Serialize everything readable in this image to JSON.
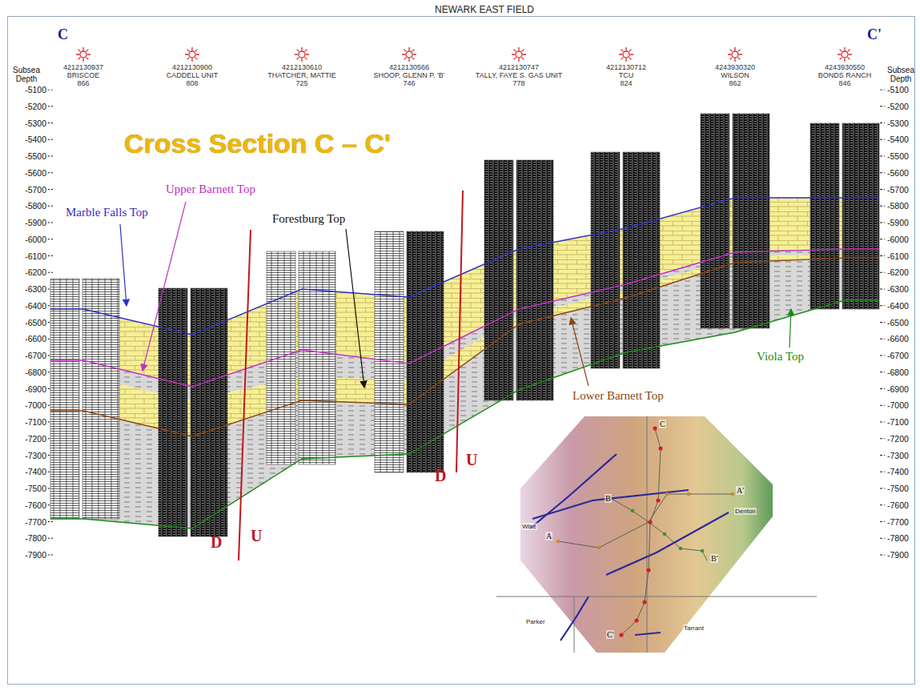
{
  "diagram": {
    "title": "NEWARK EAST FIELD",
    "labels": [
      "C",
      "C'",
      "Subsea Depth",
      "Subsea Depth",
      "-5100",
      "-5200",
      "-5300",
      "-5400",
      "-5500",
      "-5600",
      "-5700",
      "-5800",
      "-5900",
      "-6000",
      "-6100",
      "-6200",
      "-6300",
      "-6400",
      "-6500",
      "-6600",
      "-6700",
      "-6800",
      "-6900",
      "-7000",
      "-7100",
      "-7200",
      "-7300",
      "-7400",
      "-7500",
      "-7600",
      "-7700",
      "-7800",
      "-7900",
      "-5100",
      "-5200",
      "-5300",
      "-5400",
      "-5500",
      "-5600",
      "-5700",
      "-5800",
      "-5900",
      "-6000",
      "-6100",
      "-6200",
      "-6300",
      "-6400",
      "-6500",
      "-6600",
      "-6700",
      "-6800",
      "-6900",
      "-7000",
      "-7100",
      "-7200",
      "-7300",
      "-7400",
      "-7500",
      "-7600",
      "-7700",
      "-7800",
      "-7900",
      "4212130937",
      "BRISCOE",
      "866",
      "4212130900",
      "CADDELL UNIT",
      "808",
      "4212130610",
      "THATCHER, MATTIE",
      "725",
      "4212130566",
      "SHOOP, GLENN P. 'B'",
      "746",
      "4212130747",
      "TALLY, FAYE S. GAS UNIT",
      "778",
      "4212130712",
      "TCU",
      "824",
      "4243930320",
      "WILSON",
      "862",
      "4243930550",
      "BONDS RANCH",
      "846",
      "Cross Section C – C'",
      "Marble Falls Top",
      "Upper Barnett Top",
      "Forestburg Top",
      "Lower Barnett Top",
      "Viola Top",
      "D",
      "U",
      "D",
      "U",
      "C",
      "C'",
      "A",
      "A'",
      "B",
      "B'",
      "Wise",
      "Denton",
      "Parker",
      "Tarrant"
    ]
  }
}
